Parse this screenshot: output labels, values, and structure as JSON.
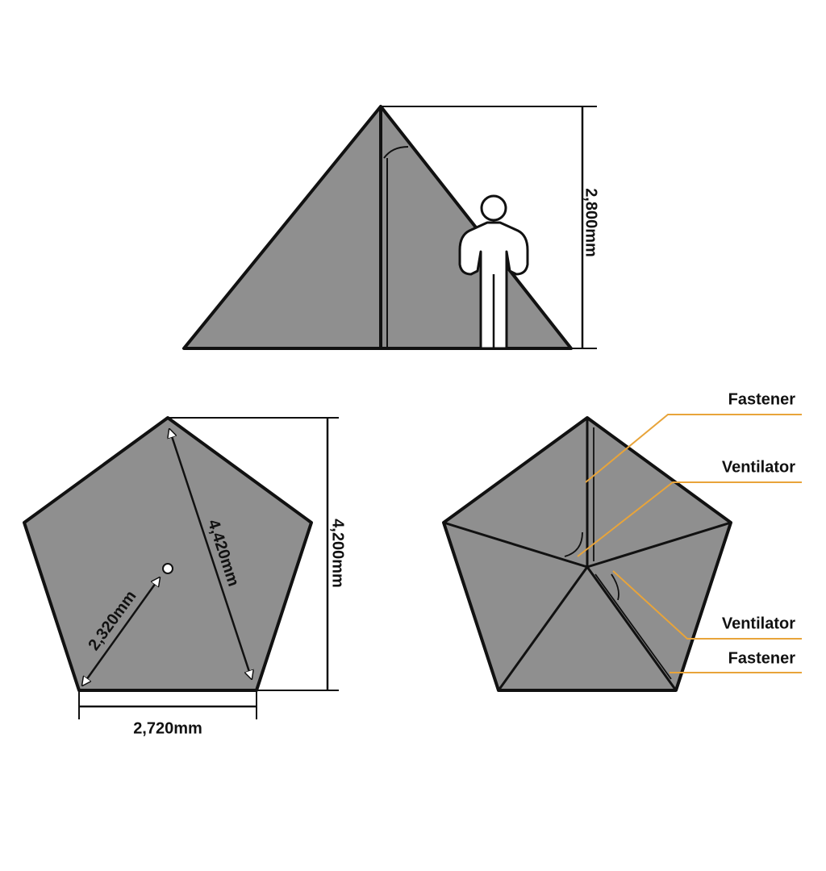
{
  "colors": {
    "panel_fill": "#8f8f8f",
    "outline": "#111111",
    "callout_line": "#e8a43a",
    "person_fill": "#ffffff"
  },
  "side_view": {
    "height_label": "2,800mm"
  },
  "floor_plan": {
    "height_label": "4,200mm",
    "diagonal_label": "4,420mm",
    "radius_label": "2,320mm",
    "base_label": "2,720mm"
  },
  "top_view": {
    "callouts": [
      {
        "id": "fastener-top",
        "label": "Fastener"
      },
      {
        "id": "ventilator-top",
        "label": "Ventilator"
      },
      {
        "id": "ventilator-bottom",
        "label": "Ventilator"
      },
      {
        "id": "fastener-bottom",
        "label": "Fastener"
      }
    ]
  }
}
